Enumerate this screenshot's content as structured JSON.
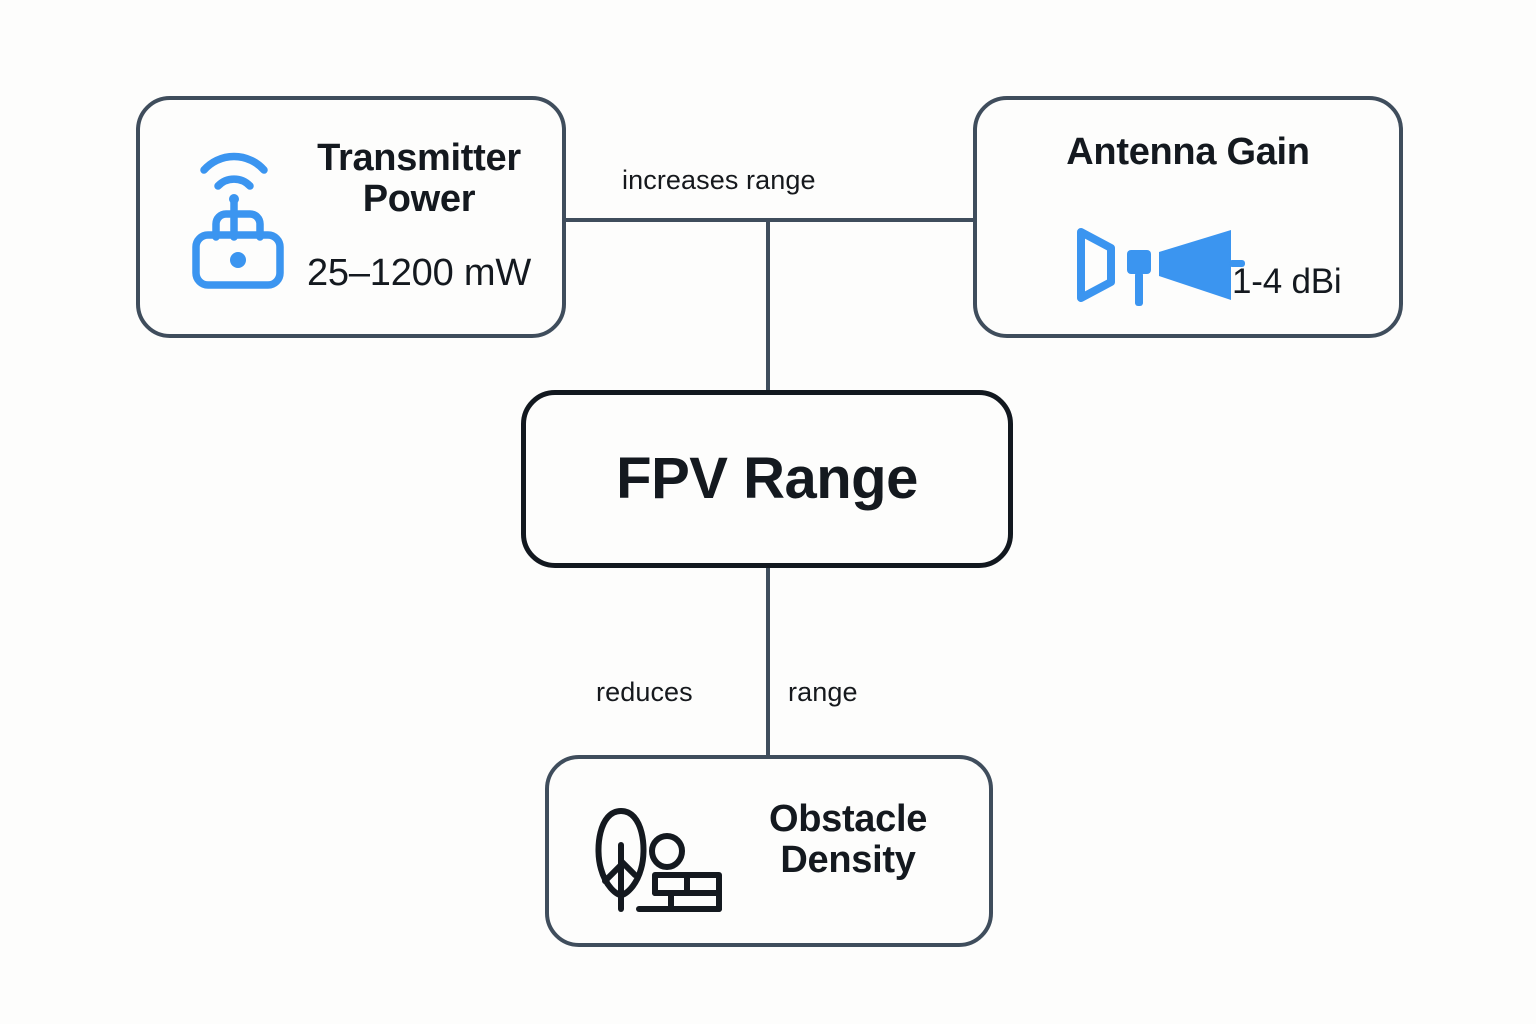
{
  "diagram": {
    "background_color": "#fdfdfc",
    "connector_color": "#3f4d5c",
    "accent_color": "#3b95f0",
    "text_color": "#14191f",
    "emphasis_border_color": "#12181f",
    "nodes": [
      {
        "id": "transmitter-power",
        "title": "Transmitter\nPower",
        "title_line1": "Transmitter",
        "title_line2": "Power",
        "value": "25–1200 mW",
        "icon": "radio-transmitter-icon"
      },
      {
        "id": "antenna-gain",
        "title": "Antenna Gain",
        "value": "1-4 dBi",
        "icon": "directional-antenna-icon"
      },
      {
        "id": "fpv-range",
        "title": "FPV Range",
        "emphasis": true
      },
      {
        "id": "obstacle-density",
        "title": "Obstacle\nDensity",
        "title_line1": "Obstacle",
        "title_line2": "Density",
        "icon": "tree-and-wall-icon"
      }
    ],
    "edges": [
      {
        "id": "transmitter-to-antenna",
        "from": "transmitter-power",
        "to": "antenna-gain",
        "label": "increases range"
      },
      {
        "id": "hub-to-fpv-range",
        "from": "transmitter-power",
        "to": "fpv-range",
        "label": ""
      },
      {
        "id": "fpv-range-to-obstacle",
        "from": "obstacle-density",
        "to": "fpv-range",
        "label": "reduces range",
        "label_part1": "reduces",
        "label_part2": "range"
      }
    ]
  }
}
